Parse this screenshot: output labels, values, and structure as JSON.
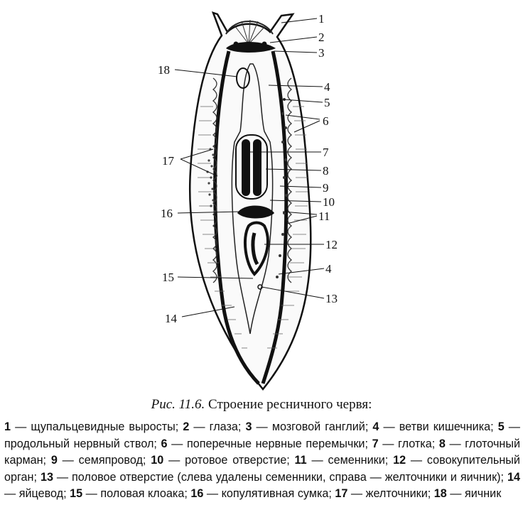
{
  "figure": {
    "labels_right": [
      "1",
      "2",
      "3",
      "4",
      "5",
      "6",
      "7",
      "8",
      "9",
      "10",
      "11",
      "12",
      "4",
      "13"
    ],
    "labels_left": [
      "18",
      "17",
      "16",
      "15",
      "14"
    ]
  },
  "caption": {
    "number": "Рис. 11.6.",
    "title": "Строение ресничного червя:"
  },
  "legend": [
    {
      "num": "1",
      "text": "щупальцевидные выросты;"
    },
    {
      "num": "2",
      "text": "глаза;"
    },
    {
      "num": "3",
      "text": "мозговой ганглий;"
    },
    {
      "num": "4",
      "text": "ветви кишечника;"
    },
    {
      "num": "5",
      "text": "продольный нервный ствол;"
    },
    {
      "num": "6",
      "text": "поперечные нервные перемычки;"
    },
    {
      "num": "7",
      "text": "глотка;"
    },
    {
      "num": "8",
      "text": "глоточный карман;"
    },
    {
      "num": "9",
      "text": "семяпровод;"
    },
    {
      "num": "10",
      "text": "ротовое отверстие;"
    },
    {
      "num": "11",
      "text": "семенники;"
    },
    {
      "num": "12",
      "text": "совокупительный орган;"
    },
    {
      "num": "13",
      "text": "половое отверстие (слева удалены семенники, справа — желточники и яичник);"
    },
    {
      "num": "14",
      "text": "яйцевод;"
    },
    {
      "num": "15",
      "text": "половая клоака;"
    },
    {
      "num": "16",
      "text": "копулятивная сумка;"
    },
    {
      "num": "17",
      "text": "желточники;"
    },
    {
      "num": "18",
      "text": "яичник"
    }
  ]
}
